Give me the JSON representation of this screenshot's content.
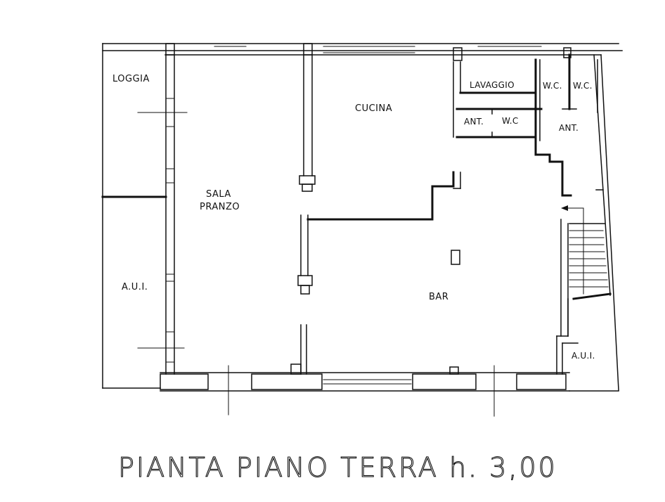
{
  "plan": {
    "title": "PIANTA PIANO TERRA h. 3,00",
    "rooms": {
      "loggia": "LOGGIA",
      "cucina": "CUCINA",
      "lavaggio": "LAVAGGIO",
      "wc1": "W.C.",
      "wc2": "W.C.",
      "ant1": "ANT.",
      "wc3": "W.C",
      "ant2": "ANT.",
      "sala_line1": "SALA",
      "sala_line2": "PRANZO",
      "aui_left": "A.U.I.",
      "bar": "BAR",
      "aui_right": "A.U.I."
    }
  }
}
